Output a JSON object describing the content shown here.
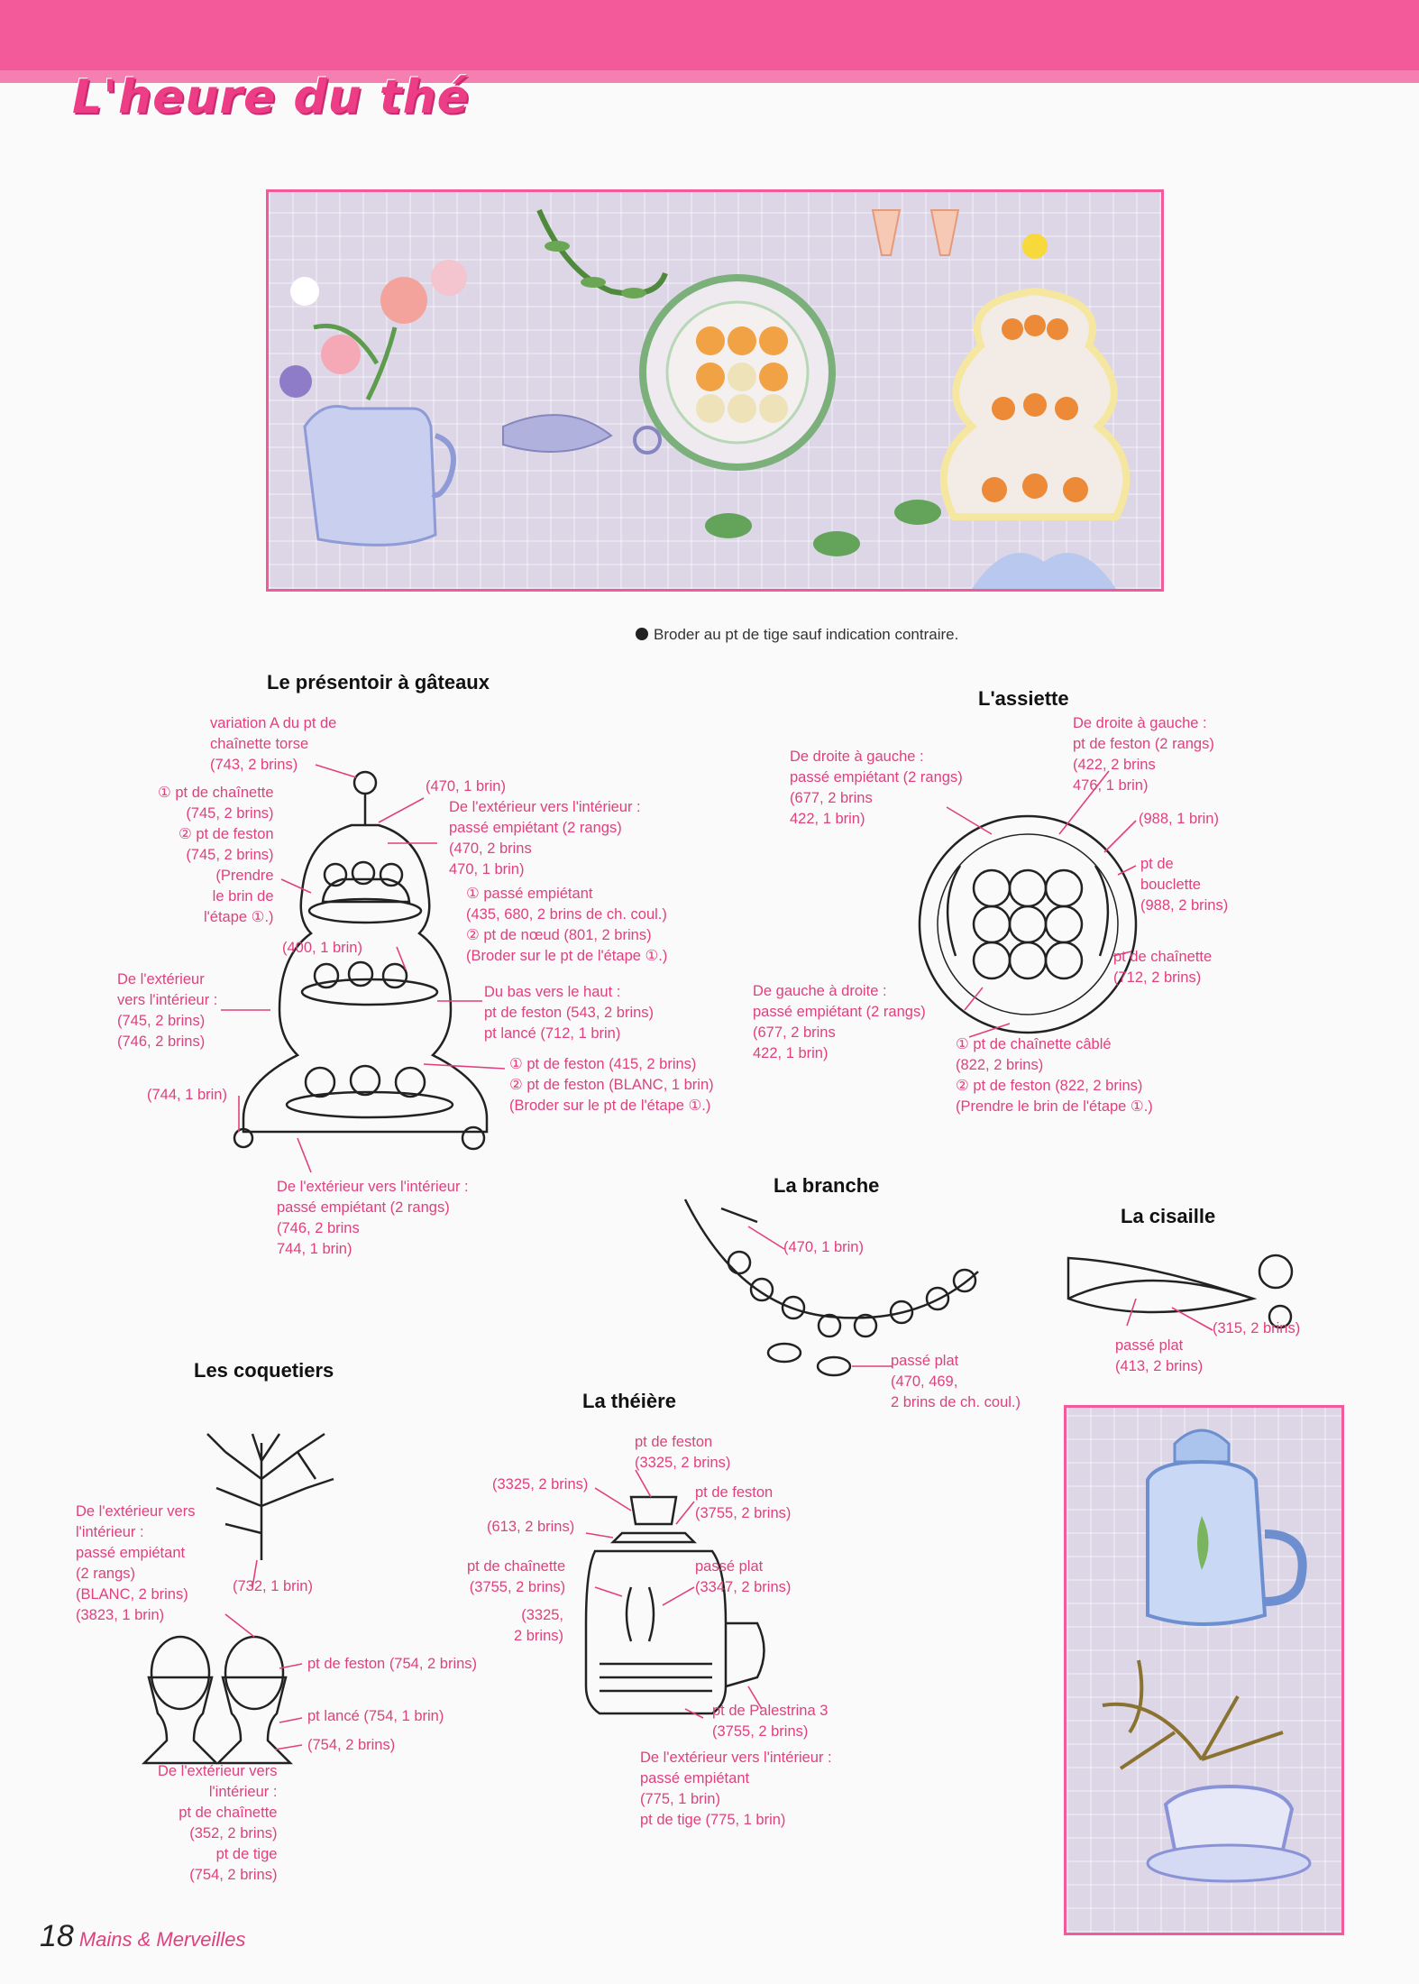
{
  "page_title": "L'heure du thé",
  "note": "Broder au pt de tige sauf indication contraire.",
  "sections": {
    "presentoir": {
      "title": "Le présentoir à gâteaux",
      "labels": [
        "variation A du pt de\nchaînette torse\n(743, 2 brins)",
        "(470, 1 brin)",
        "De l'extérieur vers l'intérieur :\npassé empiétant (2 rangs)\n(470, 2 brins\n470, 1 brin)",
        "① pt de chaînette\n(745, 2 brins)\n② pt de feston\n(745, 2 brins)\n(Prendre\nle brin de\nl'étape ①.)",
        "① passé empiétant\n(435, 680, 2 brins de ch. coul.)\n② pt de nœud (801, 2 brins)\n(Broder sur le pt de l'étape ①.)",
        "(400, 1 brin)",
        "De l'extérieur\nvers l'intérieur :\n(745, 2 brins)\n(746, 2 brins)",
        "Du bas vers le haut :\npt de feston (543, 2 brins)\npt lancé (712, 1 brin)",
        "① pt de feston (415, 2 brins)\n② pt de feston (BLANC, 1 brin)\n(Broder sur le pt de l'étape ①.)",
        "(744, 1 brin)",
        "De l'extérieur vers l'intérieur :\npassé empiétant (2 rangs)\n(746, 2 brins\n744, 1 brin)"
      ]
    },
    "assiette": {
      "title": "L'assiette",
      "labels": [
        "De droite à gauche :\npassé empiétant (2 rangs)\n(677, 2 brins\n422, 1 brin)",
        "De droite à gauche :\npt de feston (2 rangs)\n(422, 2 brins\n476, 1 brin)",
        "(988, 1 brin)",
        "pt de\nbouclette\n(988, 2 brins)",
        "pt de chaînette\n(712, 2 brins)",
        "De gauche à droite :\npassé empiétant (2 rangs)\n(677, 2 brins\n422, 1 brin)",
        "① pt de chaînette câblé\n(822, 2 brins)\n② pt de feston (822, 2 brins)\n(Prendre le brin de l'étape ①.)"
      ]
    },
    "branche": {
      "title": "La branche",
      "labels": [
        "(470, 1 brin)",
        "passé plat\n(470, 469,\n2 brins de ch. coul.)"
      ]
    },
    "cisaille": {
      "title": "La cisaille",
      "labels": [
        "(315, 2 brins)",
        "passé plat\n(413, 2 brins)"
      ]
    },
    "coquetiers": {
      "title": "Les coquetiers",
      "labels": [
        "De l'extérieur vers\nl'intérieur :\npassé empiétant\n(2 rangs)\n(BLANC, 2 brins)\n(3823, 1 brin)",
        "(732, 1 brin)",
        "pt de feston (754, 2 brins)",
        "pt lancé (754, 1 brin)",
        "(754, 2 brins)",
        "De l'extérieur vers\nl'intérieur :\npt de chaînette\n(352, 2 brins)\npt de tige\n(754, 2 brins)"
      ]
    },
    "theiere": {
      "title": "La théière",
      "labels": [
        "pt de feston\n(3325, 2 brins)",
        "(3325, 2 brins)",
        "pt de feston\n(3755, 2 brins)",
        "(613, 2 brins)",
        "pt de chaînette\n(3755, 2 brins)",
        "passé plat\n(3347, 2 brins)",
        "(3325,\n2 brins)",
        "pt de Palestrina 3\n(3755, 2 brins)",
        "De l'extérieur vers l'intérieur :\npassé empiétant\n(775, 1 brin)\npt de tige (775, 1 brin)"
      ]
    }
  },
  "footer": {
    "page_number": "18",
    "magazine": "Mains & Merveilles"
  },
  "colors": {
    "brand_pink": "#f25a9a",
    "label_pink": "#e0407e"
  }
}
